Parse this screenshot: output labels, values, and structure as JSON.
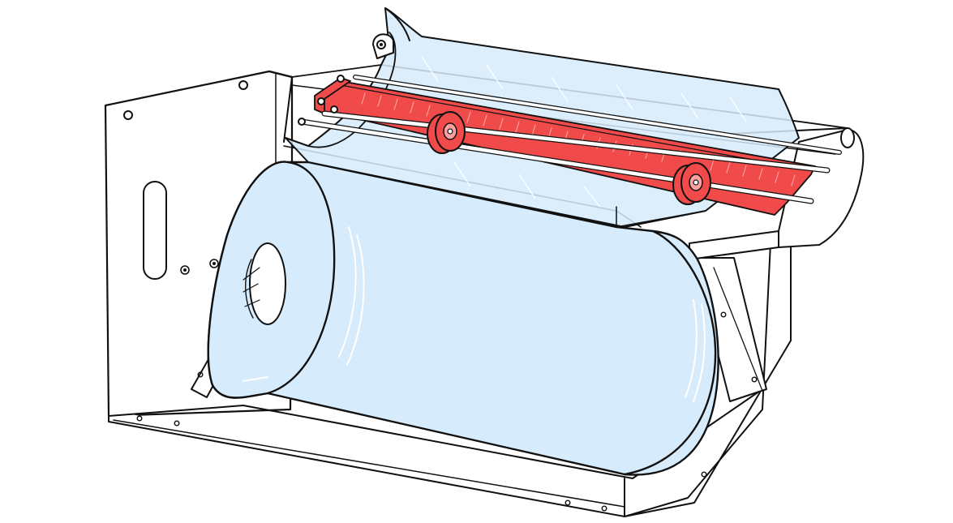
{
  "colors": {
    "background": "#ffffff",
    "outline": "#111111",
    "film": "#d6ebfb",
    "film_light": "#e6f2fc",
    "roller": "#f14a4a",
    "cutter_strip": "#fb6b6b",
    "cutter_strip_light": "#fca0a0",
    "frame": "#ffffff"
  },
  "icons": {
    "cutter_bar": "red-cutter-bar",
    "rollers": "red-roller-wheels",
    "film_roll": "blue-film-roll"
  }
}
